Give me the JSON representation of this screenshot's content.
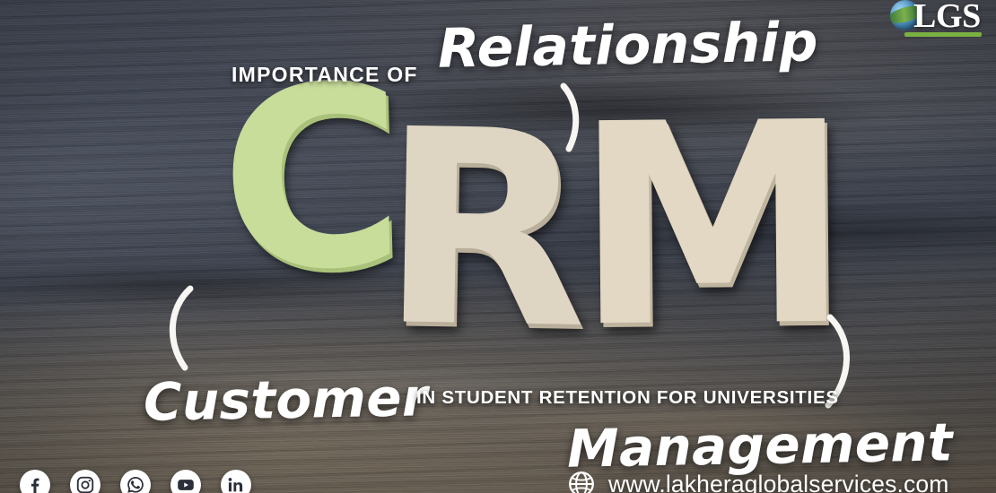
{
  "banner": {
    "eyebrow": "IMPORTANCE OF",
    "acronym_letters": [
      {
        "char": "C",
        "meaning": "Customer",
        "color": "#c8dd9a"
      },
      {
        "char": "R",
        "meaning": "Relationship",
        "color": "#ded5c3"
      },
      {
        "char": "M",
        "meaning": "Management",
        "color": "#e2d8c4"
      }
    ],
    "word_relationship": "Relationship",
    "word_customer": "Customer",
    "word_management": "Management",
    "subtitle": "IN STUDENT RETENTION FOR UNIVERSITIES",
    "background": "dark-weathered-wood-planks"
  },
  "logo": {
    "name": "LGS",
    "text": "LGS",
    "globe_icon": "globe-icon",
    "accent_color": "#7cb142"
  },
  "footer": {
    "website_icon": "globe-icon",
    "website": "www.lakheraglobalservices.com",
    "social": [
      {
        "name": "facebook",
        "icon": "facebook-icon"
      },
      {
        "name": "instagram",
        "icon": "instagram-icon"
      },
      {
        "name": "whatsapp",
        "icon": "whatsapp-phone-icon"
      },
      {
        "name": "youtube",
        "icon": "youtube-icon"
      },
      {
        "name": "linkedin",
        "icon": "linkedin-icon"
      }
    ]
  },
  "colors": {
    "accent_green": "#7cb142",
    "letter_green": "#c8dd9a",
    "letter_cream": "#ded5c3",
    "text_white": "#ffffff",
    "wood_dark": "#3c414d",
    "wood_warm": "#6a6054"
  }
}
